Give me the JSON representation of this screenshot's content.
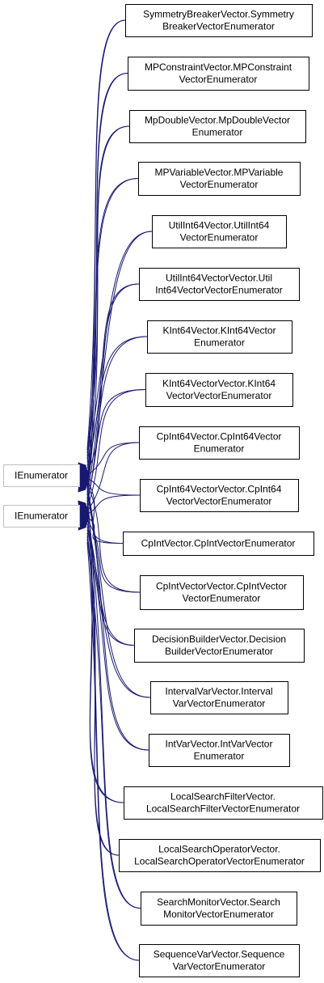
{
  "colors": {
    "edge": "#191970",
    "node_border": "#000000",
    "base_border": "#bfbfbf",
    "background": "#ffffff"
  },
  "bases": [
    {
      "id": "base-1",
      "label": "IEnumerator"
    },
    {
      "id": "base-2",
      "label": "IEnumerator"
    }
  ],
  "classes": [
    {
      "lines": [
        "SymmetryBreakerVector.Symmetry",
        "BreakerVectorEnumerator"
      ]
    },
    {
      "lines": [
        "MPConstraintVector.MPConstraint",
        "VectorEnumerator"
      ]
    },
    {
      "lines": [
        "MpDoubleVector.MpDoubleVector",
        "Enumerator"
      ]
    },
    {
      "lines": [
        "MPVariableVector.MPVariable",
        "VectorEnumerator"
      ]
    },
    {
      "lines": [
        "UtilInt64Vector.UtilInt64",
        "VectorEnumerator"
      ]
    },
    {
      "lines": [
        "UtilInt64VectorVector.Util",
        "Int64VectorVectorEnumerator"
      ]
    },
    {
      "lines": [
        "KInt64Vector.KInt64Vector",
        "Enumerator"
      ]
    },
    {
      "lines": [
        "KInt64VectorVector.KInt64",
        "VectorVectorEnumerator"
      ]
    },
    {
      "lines": [
        "CpInt64Vector.CpInt64Vector",
        "Enumerator"
      ]
    },
    {
      "lines": [
        "CpInt64VectorVector.CpInt64",
        "VectorVectorEnumerator"
      ]
    },
    {
      "lines": [
        "CpIntVector.CpIntVectorEnumerator"
      ]
    },
    {
      "lines": [
        "CpIntVectorVector.CpIntVector",
        "VectorEnumerator"
      ]
    },
    {
      "lines": [
        "DecisionBuilderVector.Decision",
        "BuilderVectorEnumerator"
      ]
    },
    {
      "lines": [
        "IntervalVarVector.Interval",
        "VarVectorEnumerator"
      ]
    },
    {
      "lines": [
        "IntVarVector.IntVarVector",
        "Enumerator"
      ]
    },
    {
      "lines": [
        "LocalSearchFilterVector.",
        "LocalSearchFilterVectorEnumerator"
      ]
    },
    {
      "lines": [
        "LocalSearchOperatorVector.",
        "LocalSearchOperatorVectorEnumerator"
      ]
    },
    {
      "lines": [
        "SearchMonitorVector.Search",
        "MonitorVectorEnumerator"
      ]
    },
    {
      "lines": [
        "SequenceVarVector.Sequence",
        "VarVectorEnumerator"
      ]
    }
  ]
}
